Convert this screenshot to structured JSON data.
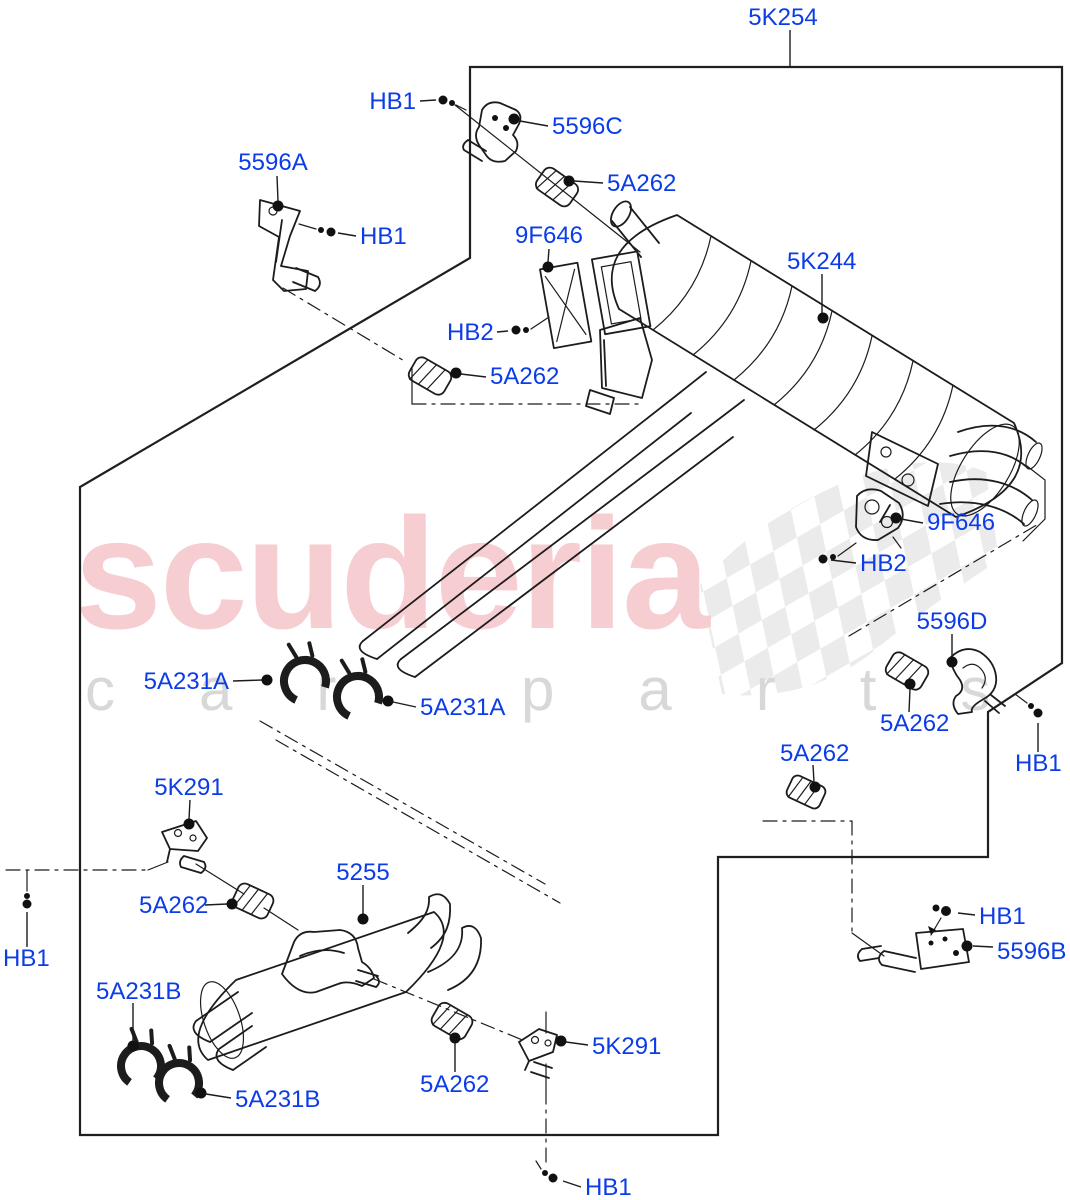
{
  "page": {
    "background": "#ffffff"
  },
  "colors": {
    "label_blue": "#0c3ce8",
    "line_black": "#1c1c1c",
    "watermark_pink": "#f6ced2",
    "watermark_gray": "#d8d8d8",
    "checker_gray": "#dedede"
  },
  "watermark": {
    "brand": "scuderia",
    "subtitle": "car parts"
  },
  "callouts": [
    {
      "ref": "5K254-boundary",
      "text": "5K254"
    },
    {
      "ref": "HB1-top",
      "text": "HB1"
    },
    {
      "ref": "5596C-hanger-bracket",
      "text": "5596C"
    },
    {
      "ref": "5A262-top-insulator",
      "text": "5A262"
    },
    {
      "ref": "5596A-hanger-bracket",
      "text": "5596A"
    },
    {
      "ref": "HB1-upper-left",
      "text": "HB1"
    },
    {
      "ref": "9F646-left-bracket",
      "text": "9F646"
    },
    {
      "ref": "HB2-left",
      "text": "HB2"
    },
    {
      "ref": "5K244-rear-silencer",
      "text": "5K244"
    },
    {
      "ref": "5A262-mid-left-insulator",
      "text": "5A262"
    },
    {
      "ref": "9F646-right-bracket",
      "text": "9F646"
    },
    {
      "ref": "HB2-right",
      "text": "HB2"
    },
    {
      "ref": "5596D-hanger-bracket",
      "text": "5596D"
    },
    {
      "ref": "5A262-right-upper-insulator",
      "text": "5A262"
    },
    {
      "ref": "HB1-right",
      "text": "HB1"
    },
    {
      "ref": "5A262-right-lower-insulator",
      "text": "5A262"
    },
    {
      "ref": "5A231A-left-clamp",
      "text": "5A231A"
    },
    {
      "ref": "5A231A-right-clamp",
      "text": "5A231A"
    },
    {
      "ref": "5K291-upper-bracket",
      "text": "5K291"
    },
    {
      "ref": "5A262-left-mid-insulator",
      "text": "5A262"
    },
    {
      "ref": "5255-centre-silencer",
      "text": "5255"
    },
    {
      "ref": "HB1-far-left",
      "text": "HB1"
    },
    {
      "ref": "5A231B-upper-clamp",
      "text": "5A231B"
    },
    {
      "ref": "5A231B-lower-clamp",
      "text": "5A231B"
    },
    {
      "ref": "5A262-bottom-insulator",
      "text": "5A262"
    },
    {
      "ref": "5K291-bottom-bracket",
      "text": "5K291"
    },
    {
      "ref": "HB1-bottom",
      "text": "HB1"
    },
    {
      "ref": "HB1-bottom-right",
      "text": "HB1"
    },
    {
      "ref": "5596B-hanger-bracket",
      "text": "5596B"
    }
  ]
}
